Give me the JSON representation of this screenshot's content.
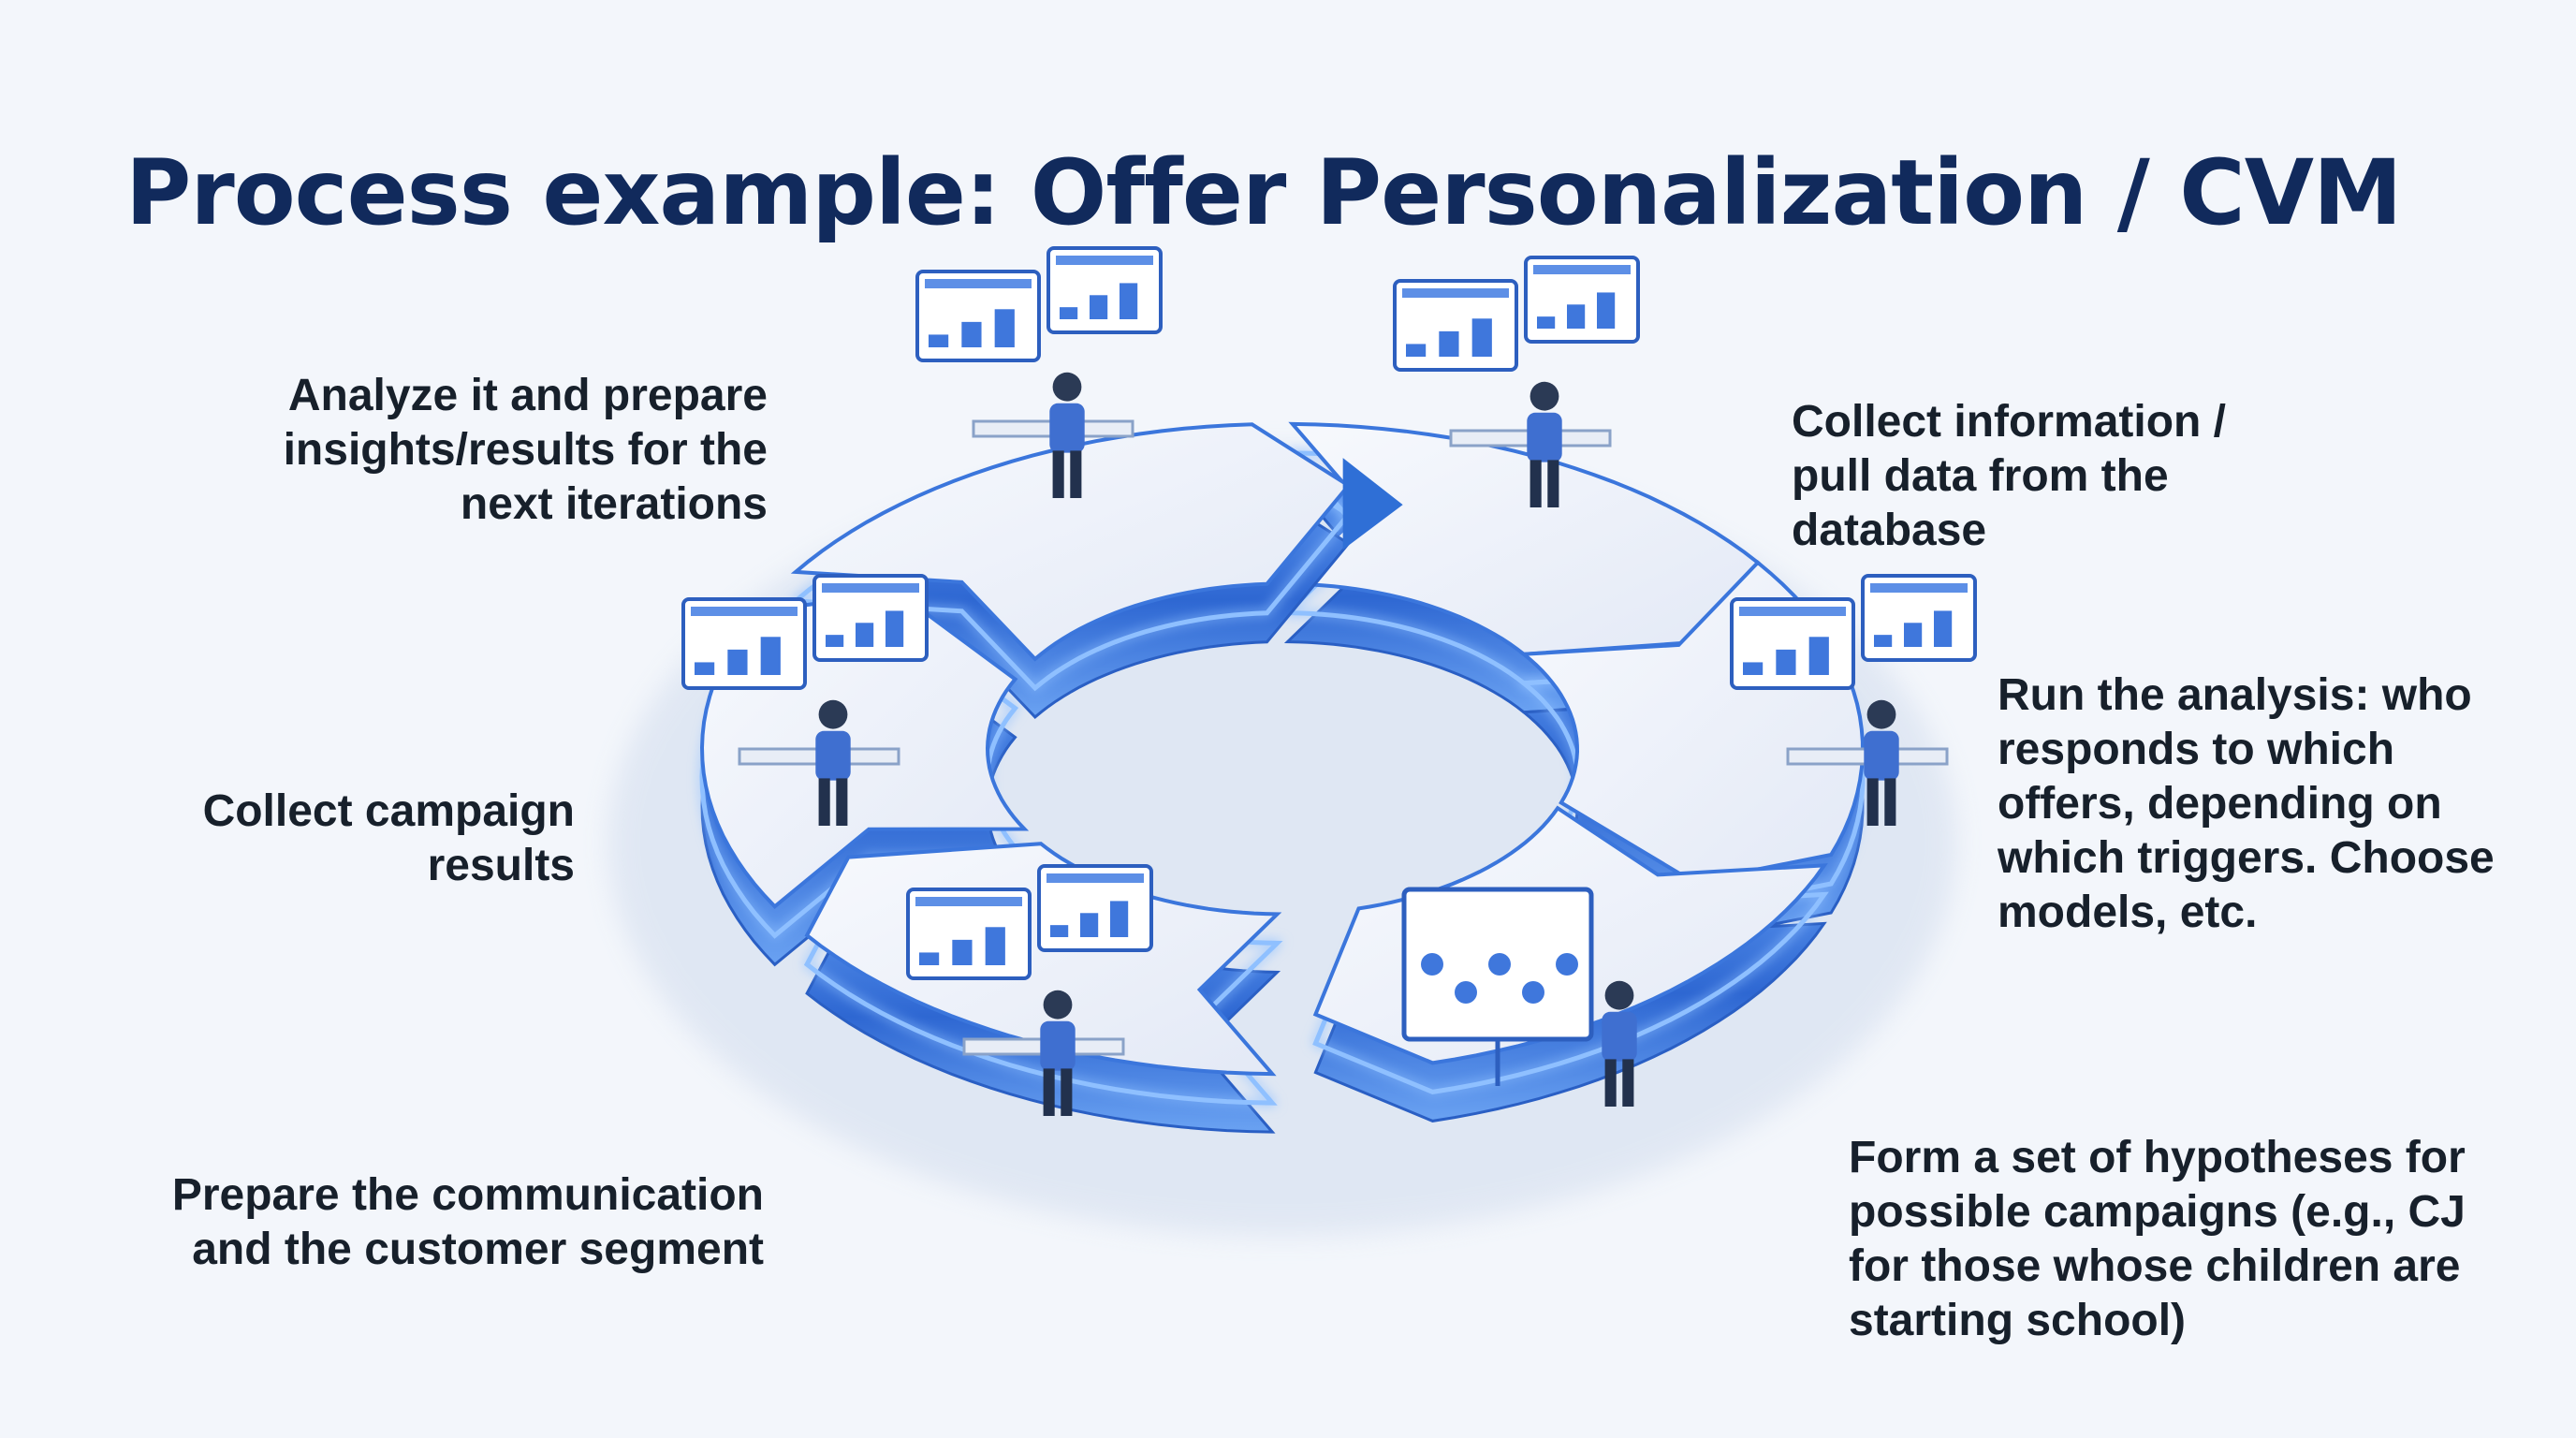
{
  "title": "Process example: Offer Personalization / CVM",
  "steps": [
    {
      "label": "Collect information / pull data from the database",
      "illustration": "server-workstation-icon"
    },
    {
      "label": "Run the analysis: who responds to which offers, depending on which triggers. Choose models, etc.",
      "illustration": "analytics-dashboard-icon"
    },
    {
      "label": "Form a set of hypotheses for possible campaigns (e.g., CJ for those whose children are starting school)",
      "illustration": "whiteboard-presenter-icon"
    },
    {
      "label": "Prepare the communication and the customer segment",
      "illustration": "desk-laptop-icon"
    },
    {
      "label": "Collect campaign results",
      "illustration": "tablet-dashboard-icon"
    },
    {
      "label": "Analyze it and prepare insights/results for the next iterations",
      "illustration": "report-magnifier-icon"
    }
  ],
  "colors": {
    "title": "#112a5c",
    "accent": "#2f6fd6",
    "segment_top": "#eef2fa",
    "segment_side": "#3c7ae0",
    "background": "#f3f6fb"
  }
}
